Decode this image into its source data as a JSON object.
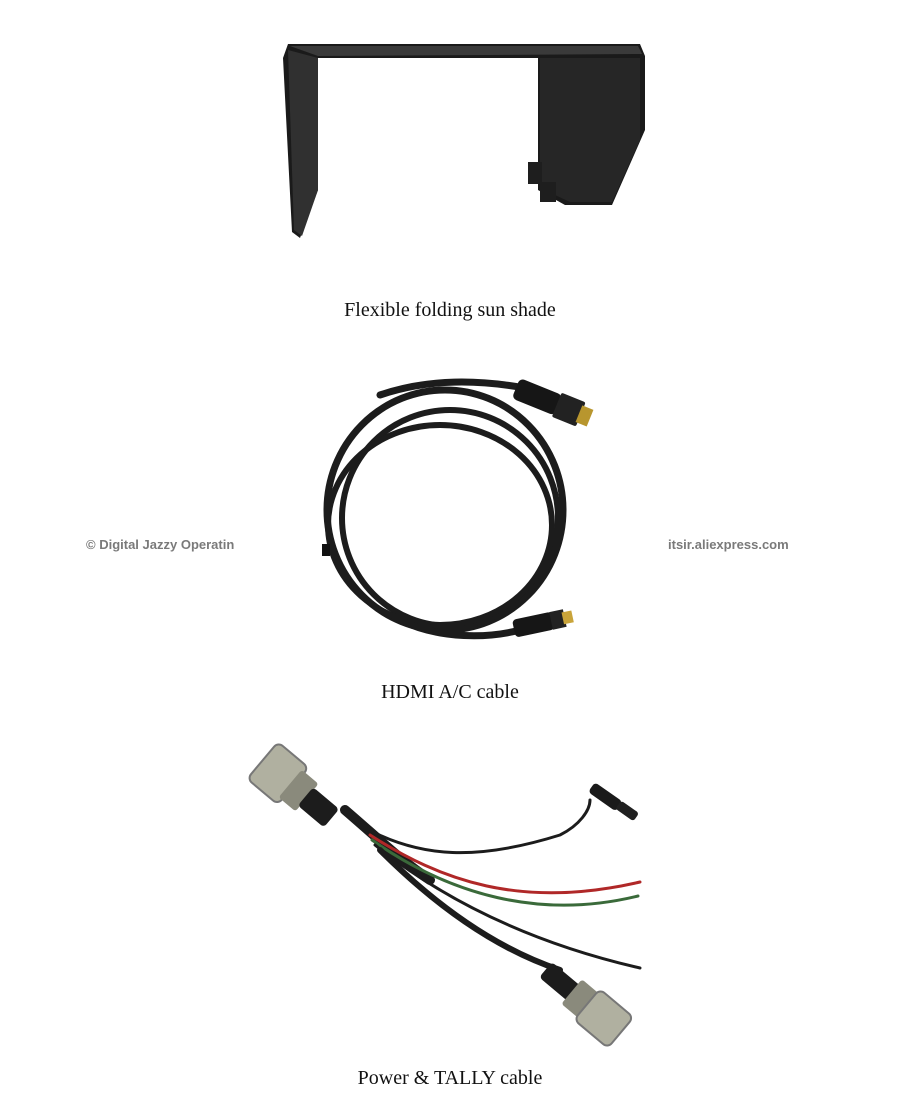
{
  "products": [
    {
      "caption": "Flexible folding sun shade"
    },
    {
      "caption": "HDMI A/C cable"
    },
    {
      "caption": "Power & TALLY cable"
    }
  ],
  "watermark": {
    "left_text": "© Digital Jazzy Operatin",
    "right_text": "itsir.aliexpress.com"
  },
  "colors": {
    "background": "#ffffff",
    "product_black": "#1c1c1c",
    "wire_red": "#b02828",
    "wire_green": "#3a6a3a",
    "metal": "#a8a89a"
  }
}
